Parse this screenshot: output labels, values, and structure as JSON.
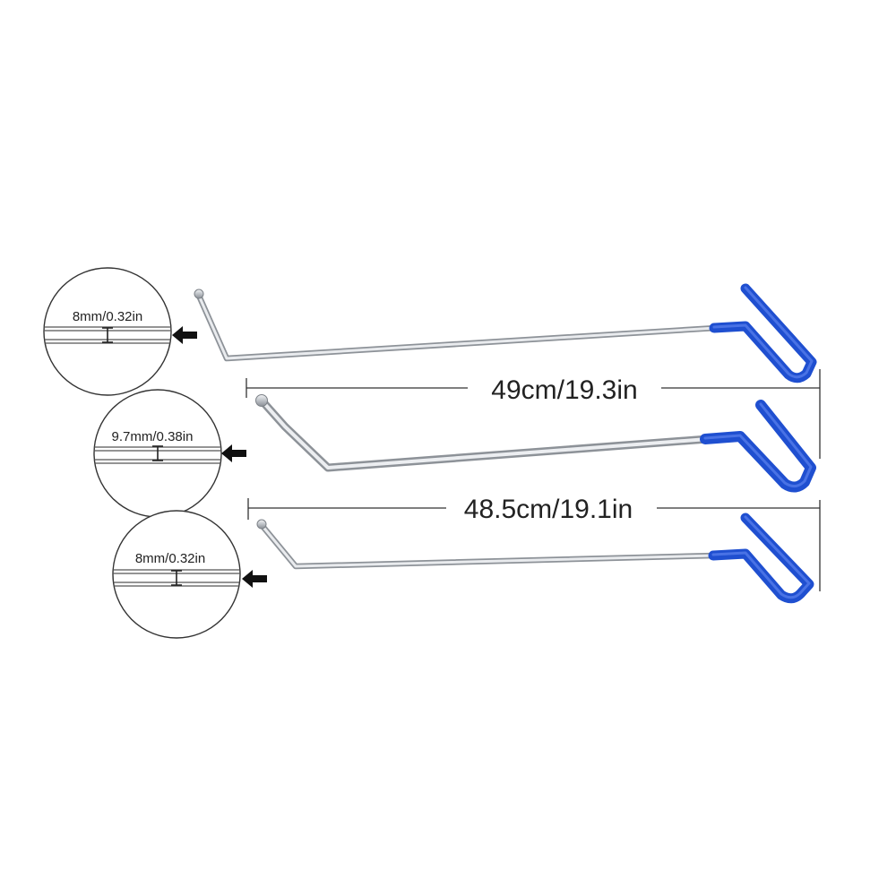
{
  "colors": {
    "handle": "#1f4fd0",
    "rod": "#c9cdd2",
    "line": "#333333",
    "background": "#ffffff"
  },
  "dimensions": {
    "top": "49cm/19.3in",
    "bottom": "48.5cm/19.1in"
  },
  "gauges": [
    {
      "label": "8mm/0.32in",
      "icon": "arrow-left-icon"
    },
    {
      "label": "9.7mm/0.38in",
      "icon": "arrow-left-icon"
    },
    {
      "label": "8mm/0.32in",
      "icon": "arrow-left-icon"
    }
  ]
}
